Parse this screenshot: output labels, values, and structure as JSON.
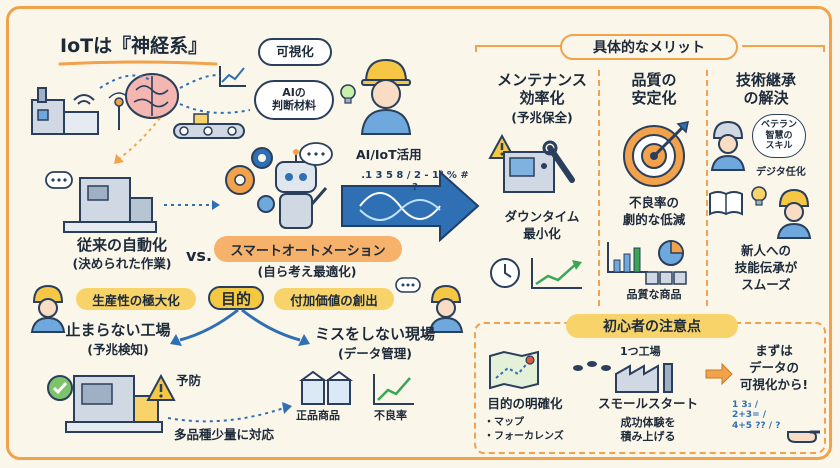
{
  "title": {
    "prefix": "IoTは",
    "emphasis": "『神経系』"
  },
  "left_top": {
    "bubble_visualize": "可視化",
    "bubble_ai_line1": "AIの",
    "bubble_ai_line2": "判断材料"
  },
  "comparison": {
    "traditional_title": "従来の自動化",
    "traditional_sub": "(決められた作業)",
    "vs": "vs.",
    "smart_title": "スマートオートメーション",
    "smart_sub": "(自ら考え最適化)",
    "arrow_label": "AI/IoT活用",
    "math_text": ".1 3 5 8 / 2 - 1⁰ % # ?"
  },
  "purpose": {
    "label": "目的",
    "left_banner": "生産性の極大化",
    "right_banner": "付加価値の創出",
    "left_title": "止まらない工場",
    "left_sub": "(予兆検知)",
    "right_title": "ミスをしない現場",
    "right_sub": "(データ管理)",
    "prevent": "予防",
    "multi_product": "多品種少量に対応",
    "good_products": "正品商品",
    "defect_rate": "不良率"
  },
  "merits": {
    "header": "具体的なメリット",
    "col1_title_l1": "メンテナンス",
    "col1_title_l2": "効率化",
    "col1_sub": "(予兆保全)",
    "col1_result_l1": "ダウンタイム",
    "col1_result_l2": "最小化",
    "col2_title_l1": "品質の",
    "col2_title_l2": "安定化",
    "col2_result_l1": "不良率の",
    "col2_result_l2": "劇的な低減",
    "col2_caption": "品質な商品",
    "col3_title_l1": "技術継承",
    "col3_title_l2": "の解決",
    "col3_bubble_l1": "ベテラン",
    "col3_bubble_l2": "智慧の",
    "col3_bubble_l3": "スキル",
    "col3_digital": "デジタ任化",
    "col3_result_l1": "新人への",
    "col3_result_l2": "技能伝承が",
    "col3_result_l3": "スムーズ"
  },
  "beginner": {
    "header": "初心者の注意点",
    "item1_title": "目的の明確化",
    "item1_b1": "・マップ",
    "item1_b2": "・フォーカレンズ",
    "factory_label": "1つ工場",
    "item2_title": "スモールスタート",
    "item2_sub_l1": "成功体験を",
    "item2_sub_l2": "積み上げる",
    "item3_l1": "まずは",
    "item3_l2": "データの",
    "item3_l3": "可視化から!",
    "notes": "1 3₃ / 2+3= / 4+5 ?? / ?"
  },
  "colors": {
    "border_orange": "#f1a24a",
    "navy": "#2a3f5b",
    "arrow_blue": "#2f6fb3",
    "banner_yellow": "#f7d36a",
    "banner_orange": "#f6b26b",
    "purpose_yellow": "#f5c842"
  }
}
